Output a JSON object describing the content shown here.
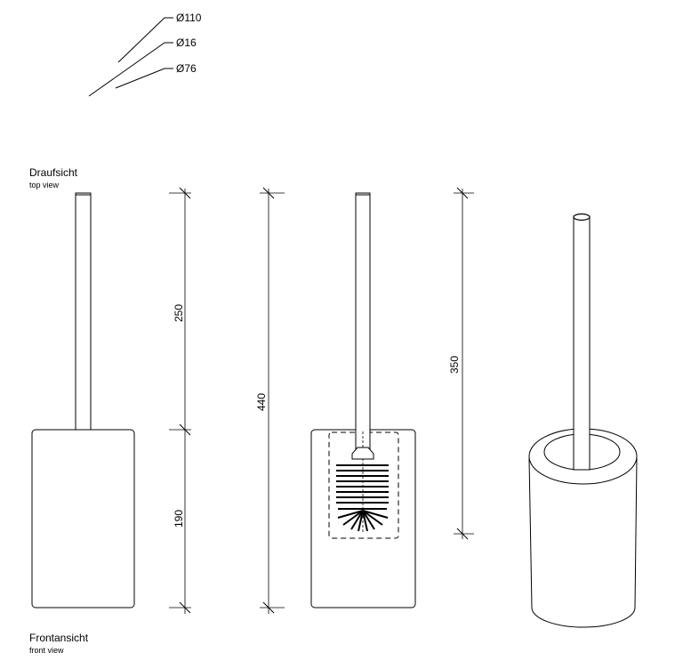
{
  "callouts": {
    "outer_diameter": "Ø110",
    "rod_diameter": "Ø16",
    "inner_diameter": "Ø76"
  },
  "views": {
    "top": {
      "title": "Draufsicht",
      "subtitle": "top view"
    },
    "front": {
      "title": "Frontansicht",
      "subtitle": "front view"
    }
  },
  "dimensions": {
    "handle_length": "250",
    "body_height": "190",
    "total_height": "440",
    "brush_length": "350"
  }
}
